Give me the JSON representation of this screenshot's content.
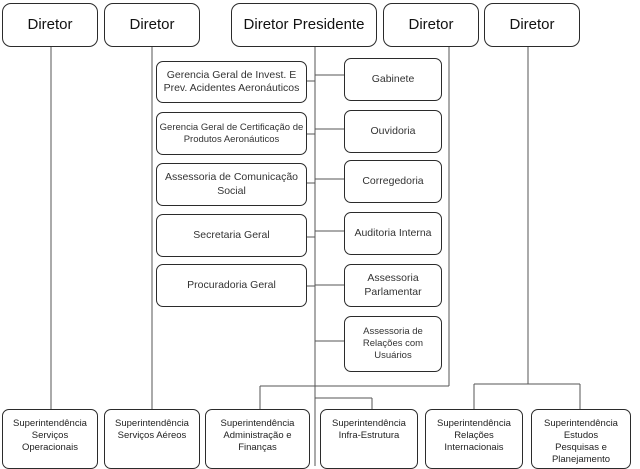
{
  "directors": [
    "Diretor",
    "Diretor",
    "Diretor Presidente",
    "Diretor",
    "Diretor"
  ],
  "left_units": [
    "Gerencia Geral de Invest. E\nPrev. Acidentes Aeronáuticos",
    "Gerencia Geral de Certificação de\nProdutos Aeronáuticos",
    "Assessoria de Comunicação\nSocial",
    "Secretaria Geral",
    "Procuradoria Geral"
  ],
  "right_units": [
    "Gabinete",
    "Ouvidoria",
    "Corregedoria",
    "Auditoria Interna",
    "Assessoria\nParlamentar",
    "Assessoria de\nRelações com\nUsuários"
  ],
  "superintendencias": [
    "Superintendência\nServiços\nOperacionais",
    "Superintendência\nServiços Aéreos",
    "Superintendência\nAdministração e\nFinanças",
    "Superintendência\nInfra-Estrutura",
    "Superintendência\nRelações\nInternacionais",
    "Superintendência\nEstudos\nPesquisas e\nPlanejamento"
  ]
}
